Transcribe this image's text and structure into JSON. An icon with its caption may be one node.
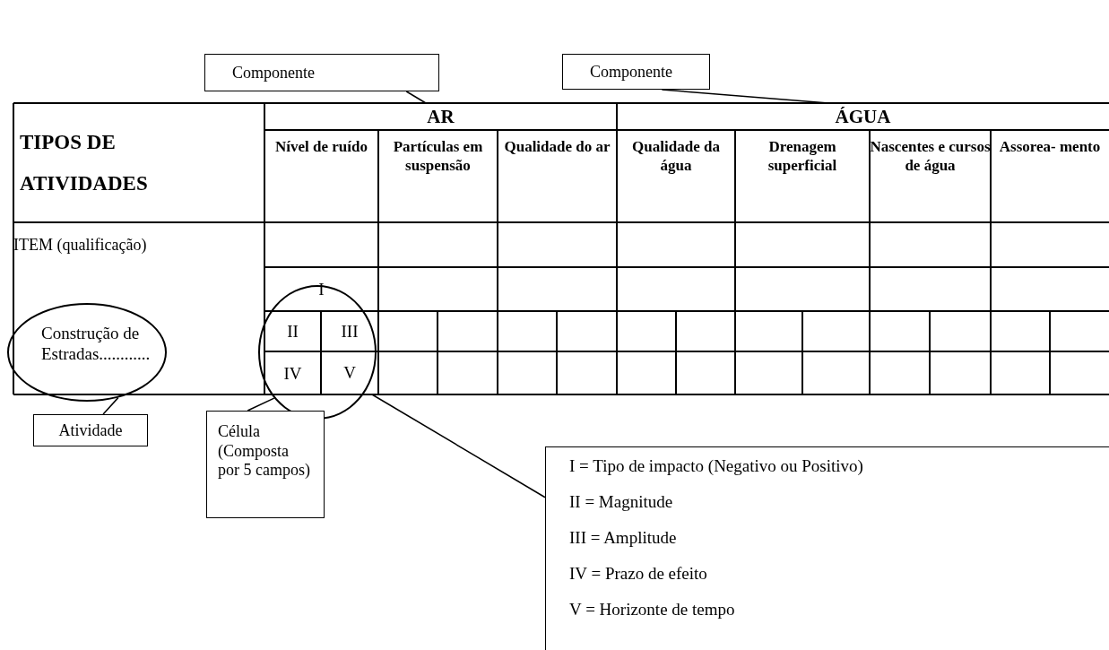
{
  "diagram": {
    "nodes": [
      {
        "text": [
          "Componente"
        ]
      },
      {
        "text": [
          "Componente"
        ]
      },
      {
        "text": [
          "AR"
        ]
      },
      {
        "text": [
          "ÁGUA"
        ]
      },
      {
        "text": [
          "Construção de Estradas............"
        ]
      },
      {
        "text": [],
        "shape": "circle"
      },
      {
        "text": [
          "V"
        ],
        "in": 5
      },
      {
        "text": [
          "Atividade"
        ]
      },
      {
        "text": [
          "Célula (Composta por 5 campos)"
        ]
      },
      {
        "text": [
          "I = Tipo de impacto (Negativo ou Positivo)",
          "II = Magnitude",
          "III = Amplitude",
          "IV = Prazo de efeito",
          "V = Horizonte de tempo"
        ]
      }
    ],
    "edges": [
      {
        "from": 0,
        "to": 2,
        "arrow": "none"
      },
      {
        "from": 1,
        "to": 3,
        "arrow": "none"
      },
      {
        "from": 7,
        "to": 4,
        "arrow": "none"
      },
      {
        "from": 8,
        "to": 5,
        "arrow": "none"
      },
      {
        "from": 9,
        "to": 6,
        "arrow": "none"
      }
    ],
    "labels": [
      "TIPOS DE ATIVIDADES",
      "Nível de ruído",
      "Partículas em suspensão",
      "Qualidade do ar",
      "Qualidade da água",
      "Drenagem superficial",
      "Nascentes e cursos de água",
      "Assorea- mento",
      "ITEM (qualificação)",
      "I",
      "II",
      "III",
      "IV"
    ]
  }
}
